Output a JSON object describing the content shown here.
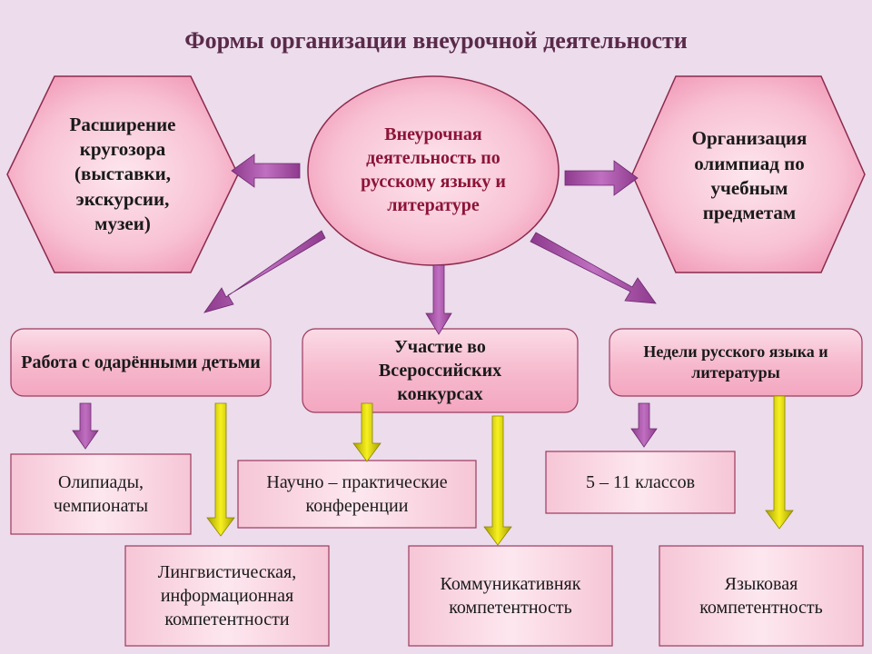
{
  "title": "Формы организации внеурочной деятельности",
  "center": "Внеурочная деятельность по русскому языку и литературе",
  "left_hex": "Расширение кругозора (выставки, экскурсии, музеи)",
  "right_hex": "Организация олимпиад по учебным предметам",
  "level1": {
    "left": "Работа с одарёнными детьми",
    "middle": "Участие во Всероссийских конкурсах",
    "right": "Недели русского языка и литературы"
  },
  "level2": {
    "olympiads": "Олипиады, чемпионаты",
    "conferences": "Научно – практические конференции",
    "grades": "5 – 11 классов"
  },
  "level3": {
    "linguistic": "Лингвистическая, информационная компетентности",
    "communicative": "Коммуникативняк компетентность",
    "language": "Языковая компетентность"
  },
  "colors": {
    "background": "#ecdcec",
    "box_fill": "#f4aac4",
    "box_border": "#9c3a5c",
    "arrow_purple": "#a64ca6",
    "arrow_yellow": "#d9d400",
    "center_text": "#8c1438"
  }
}
